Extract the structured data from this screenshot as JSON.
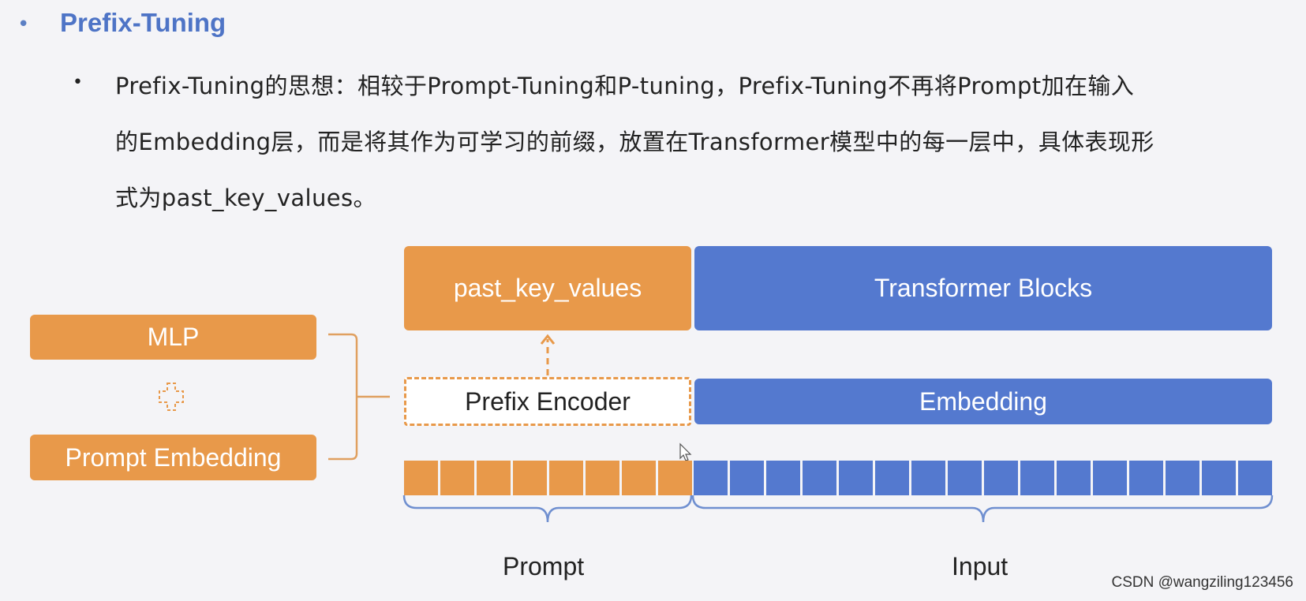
{
  "heading": {
    "bullet": "•",
    "title": "Prefix-Tuning"
  },
  "paragraph": {
    "bullet": "•",
    "lines": [
      "Prefix-Tuning的思想：相较于Prompt-Tuning和P-tuning，Prefix-Tuning不再将Prompt加在输入",
      "的Embedding层，而是将其作为可学习的前缀，放置在Transformer模型中的每一层中，具体表现形",
      "式为past_key_values。"
    ]
  },
  "diagram": {
    "mlp": "MLP",
    "prompt_embedding": "Prompt Embedding",
    "prefix_encoder": "Prefix Encoder",
    "past_key_values": "past_key_values",
    "transformer_blocks": "Transformer Blocks",
    "embedding": "Embedding",
    "prompt_label": "Prompt",
    "input_label": "Input",
    "prompt_token_count": 8,
    "input_token_count": 16,
    "colors": {
      "orange": "#e8994a",
      "blue": "#5479cf",
      "title_blue": "#4e74c6"
    }
  },
  "watermark": "CSDN @wangziling123456"
}
